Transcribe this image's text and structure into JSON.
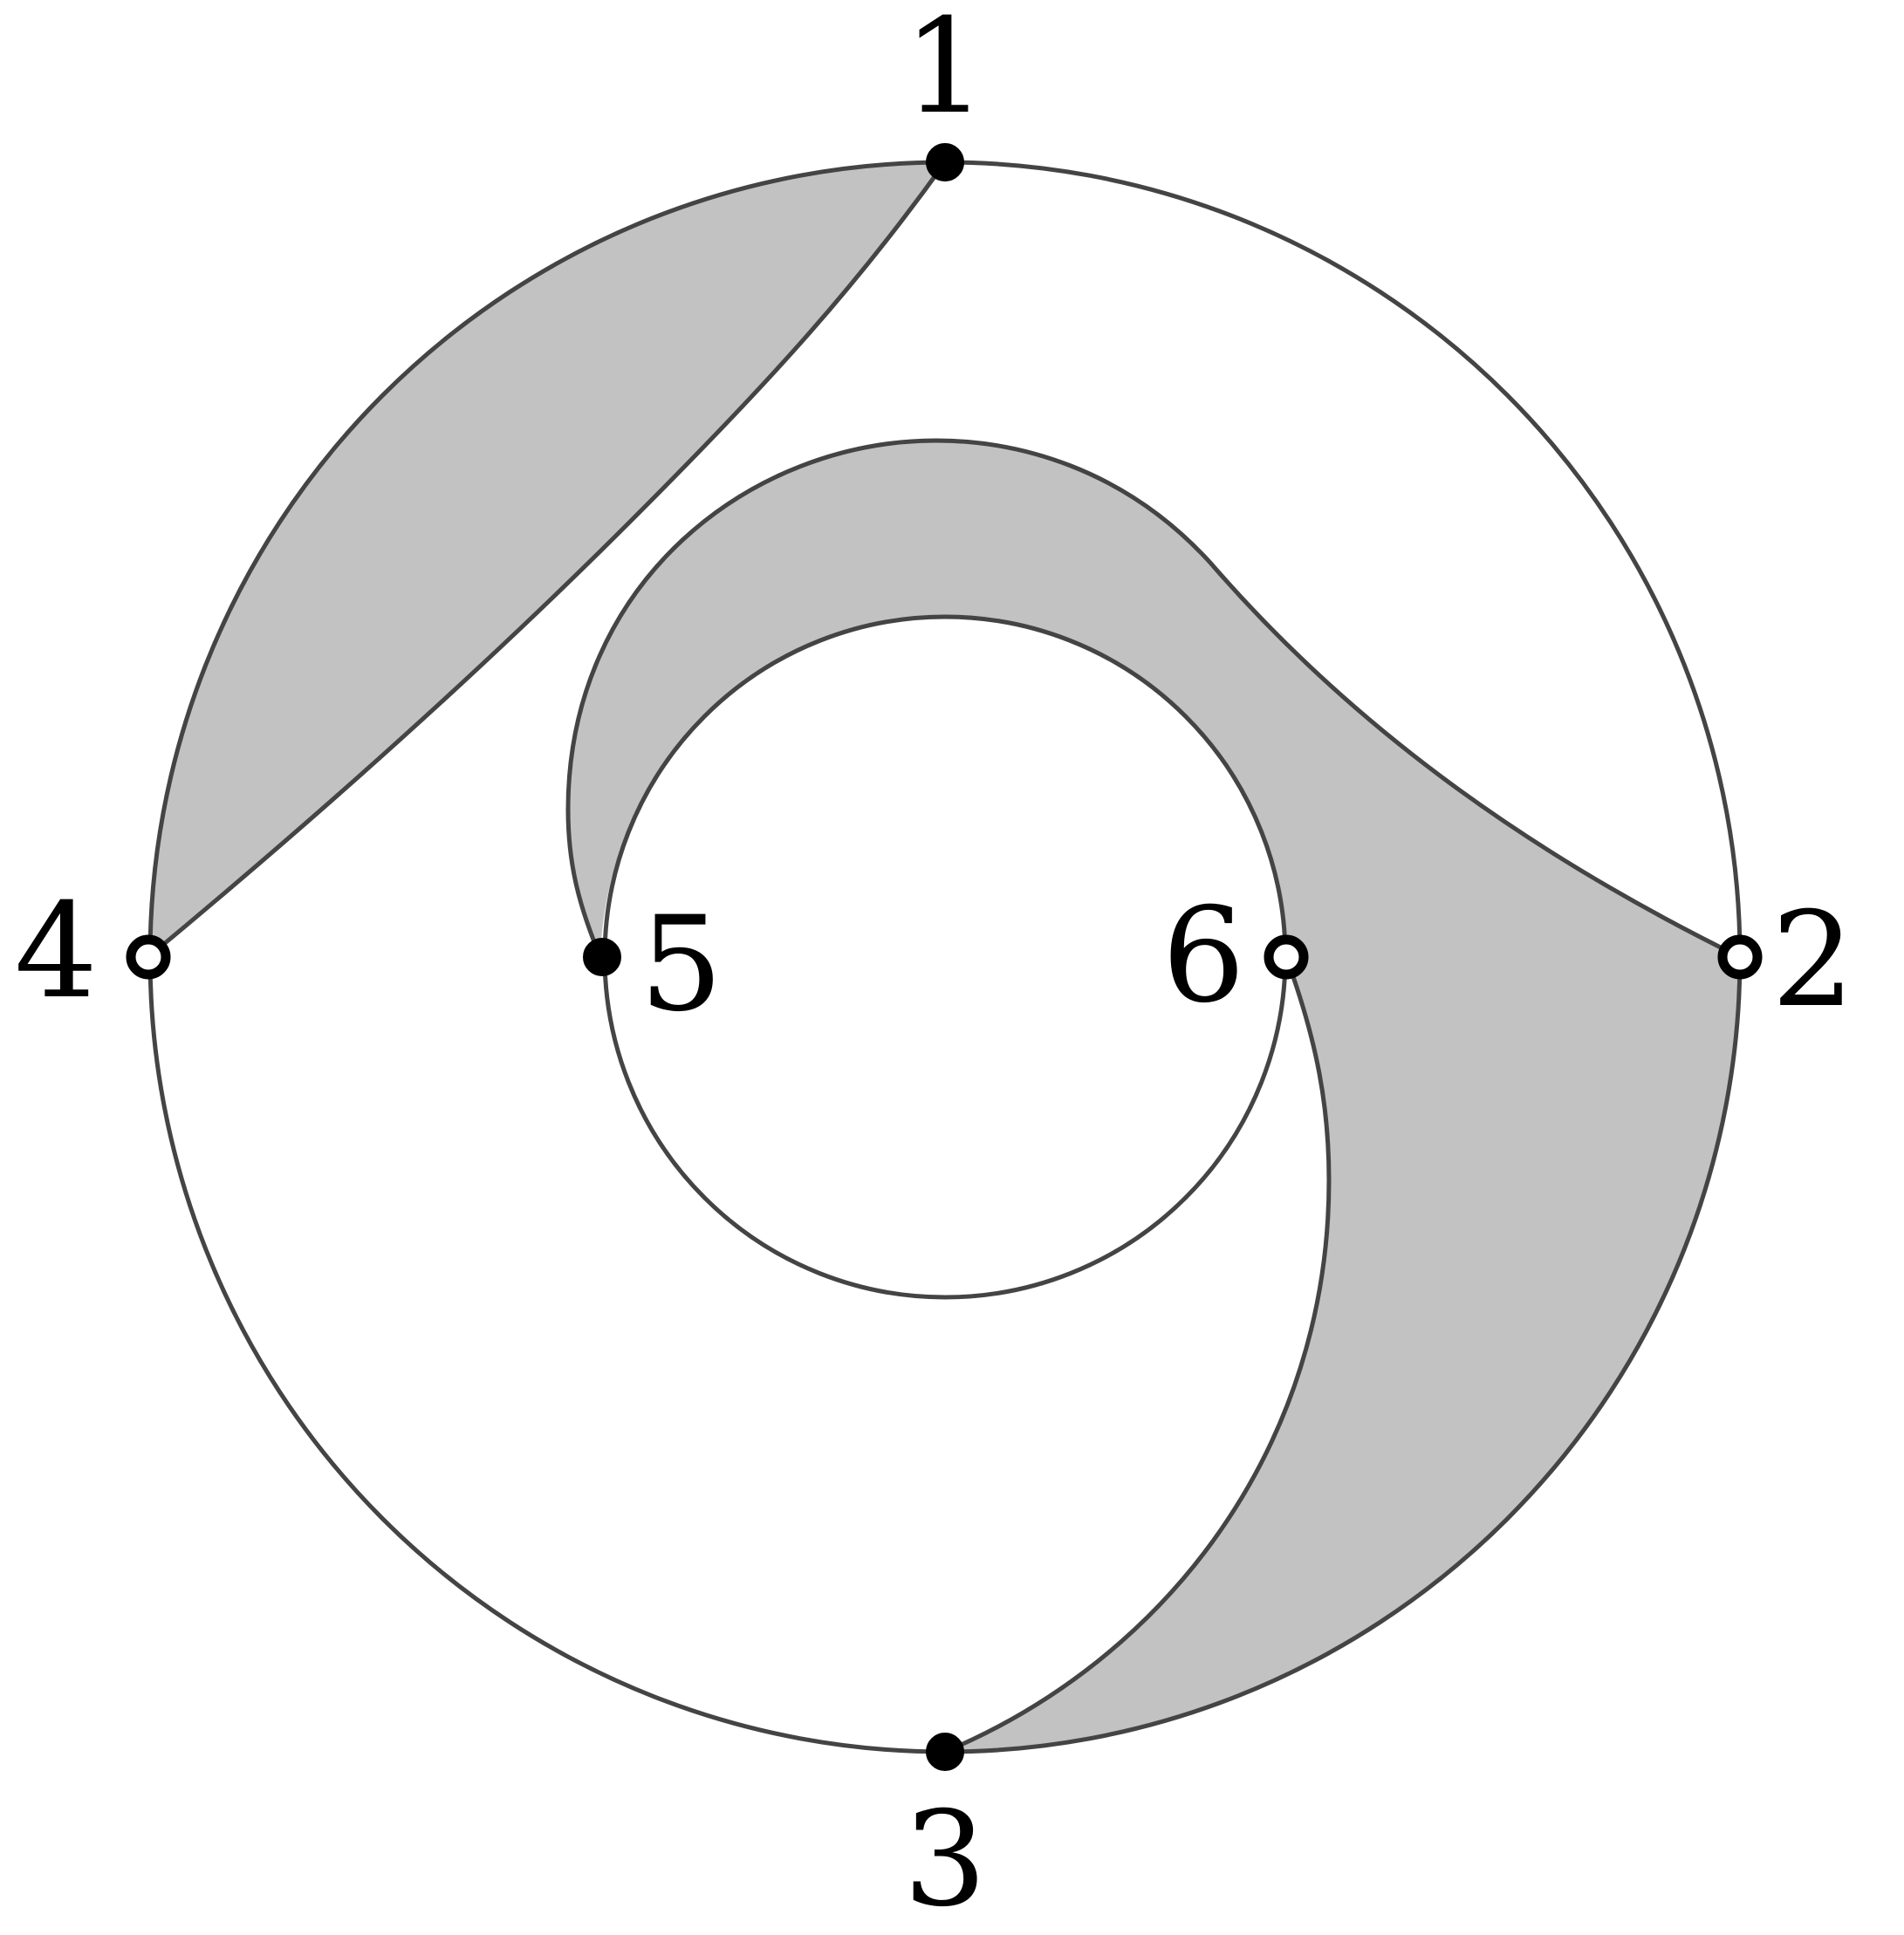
{
  "colors": {
    "background": "#ffffff",
    "shade": "#c2c2c2",
    "stroke": "#444444",
    "vertex_filled": "#000000",
    "vertex_open_fill": "#ffffff",
    "vertex_open_stroke": "#000000"
  },
  "vertices": [
    {
      "id": "1",
      "label": "1",
      "style": "filled"
    },
    {
      "id": "2",
      "label": "2",
      "style": "open"
    },
    {
      "id": "3",
      "label": "3",
      "style": "filled"
    },
    {
      "id": "4",
      "label": "4",
      "style": "open"
    },
    {
      "id": "5",
      "label": "5",
      "style": "filled"
    },
    {
      "id": "6",
      "label": "6",
      "style": "open"
    }
  ],
  "edges": [
    {
      "from": "1",
      "to": "4",
      "kind": "chord"
    },
    {
      "from": "2",
      "to": "5",
      "kind": "spiral"
    },
    {
      "from": "6",
      "to": "3",
      "kind": "spiral"
    }
  ],
  "shaded_regions": [
    "region-between-1-and-4",
    "region-spiral-2-5-6-3"
  ]
}
